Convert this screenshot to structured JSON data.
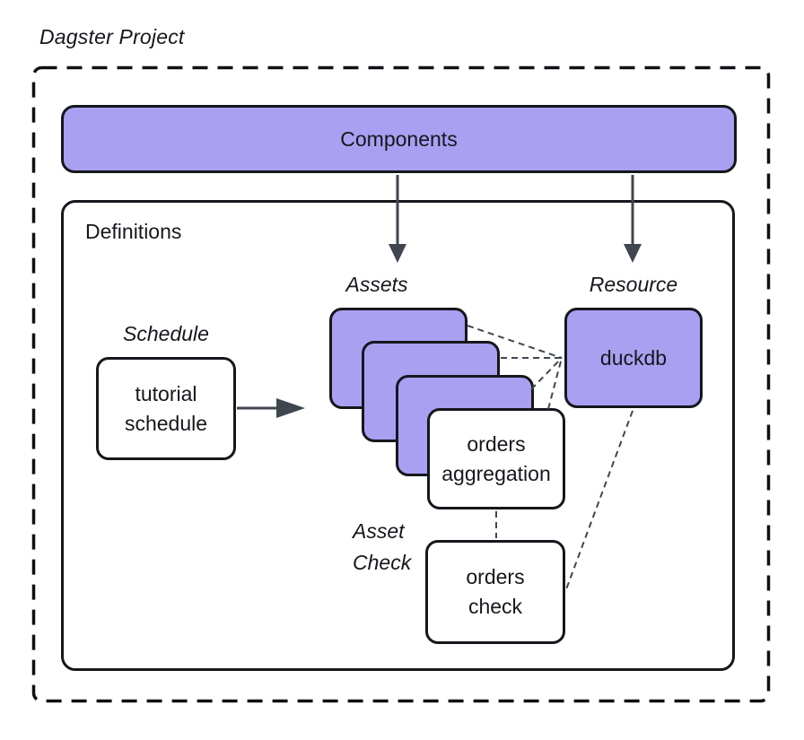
{
  "title": "Dagster Project",
  "components": {
    "label": "Components"
  },
  "definitions": {
    "label": "Definitions",
    "schedule": {
      "label": "Schedule",
      "node_lines": [
        "tutorial",
        "schedule"
      ]
    },
    "assets": {
      "label": "Assets",
      "aggregation_node_lines": [
        "orders",
        "aggregation"
      ]
    },
    "resource": {
      "label": "Resource",
      "node": "duckdb"
    },
    "asset_check": {
      "label_lines": [
        "Asset",
        "Check"
      ],
      "node_lines": [
        "orders",
        "check"
      ]
    }
  },
  "colors": {
    "node_purple": "#a9a0f2",
    "outline": "#15171c",
    "connector": "#3f4650"
  }
}
